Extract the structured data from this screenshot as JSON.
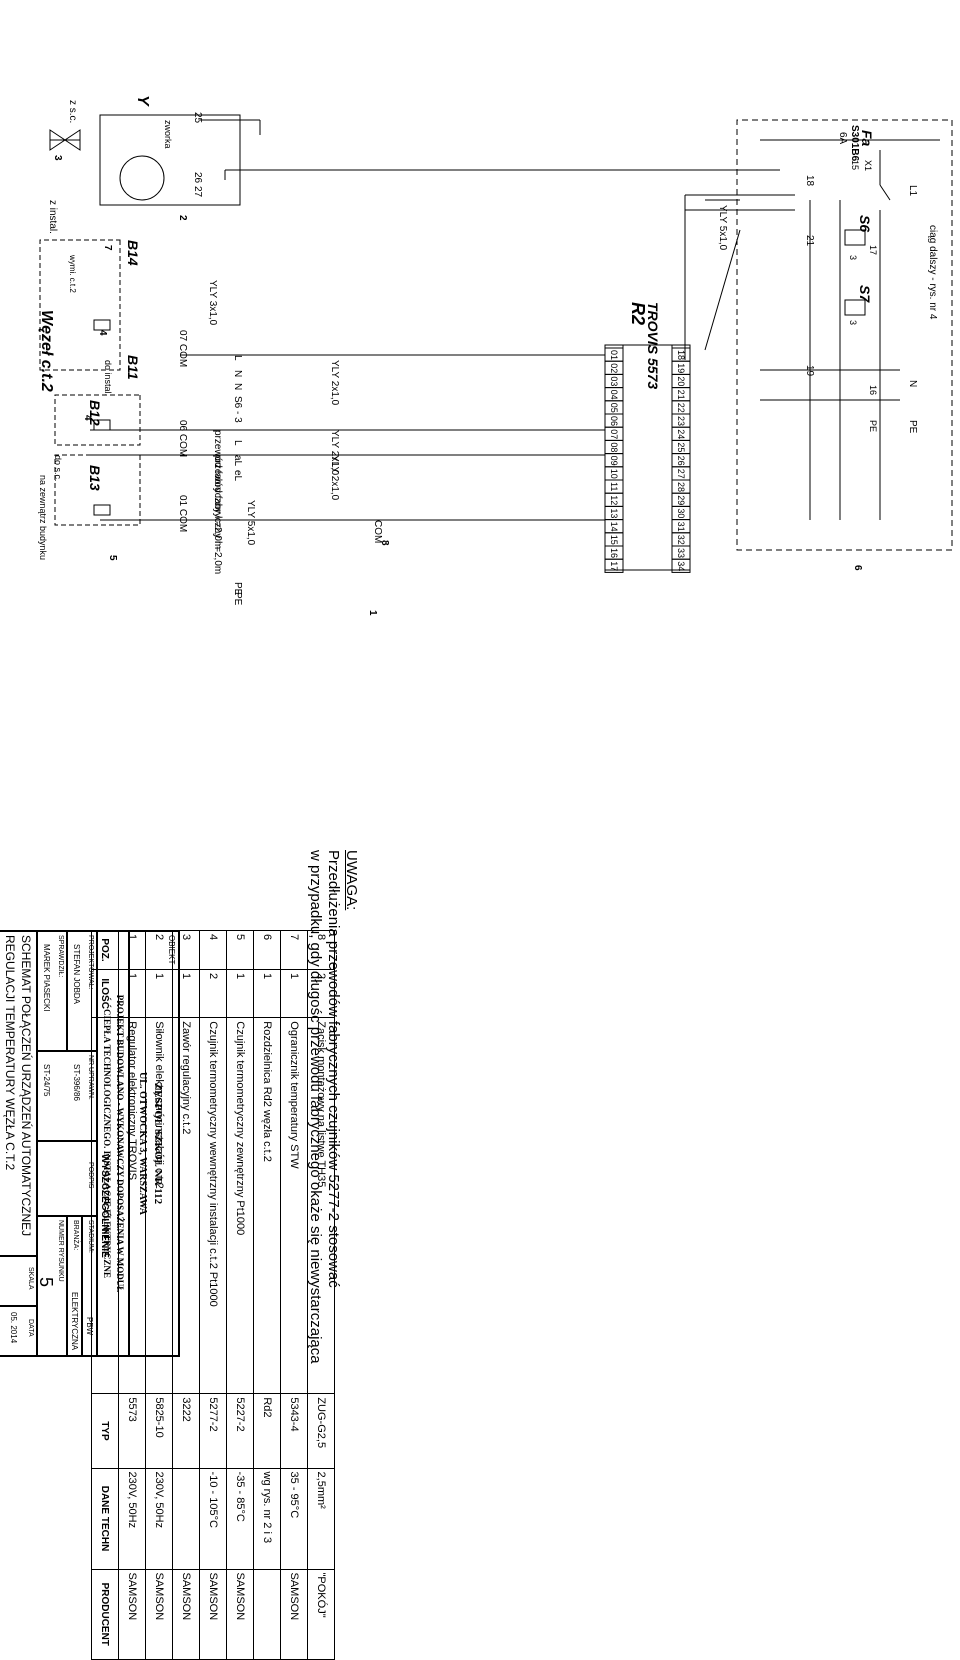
{
  "schematic": {
    "device_name": "R2",
    "device_model": "TROVIS\n5573",
    "node_title": "Węzeł c.t.2",
    "fuse": {
      "name": "Fa",
      "type": "S301B6",
      "rating": "6A",
      "conn1": "X1",
      "conn1_pin": "15",
      "pin17": "17",
      "pin16": "16",
      "pe": "PE"
    },
    "switches": [
      {
        "name": "S6",
        "pin": "3"
      },
      {
        "name": "S7",
        "pin": "3"
      }
    ],
    "wire_numbers": [
      "18",
      "21",
      "19"
    ],
    "left_labels": [
      "L1",
      "N",
      "PE"
    ],
    "continuation_note": "ciąg dalszy - rys. nr 4",
    "cables": {
      "main": "YLY 5x1,0",
      "left": "YLY 5x1,0",
      "small": "YLY 3x1,0",
      "sensor1": "YLY 2x1,0",
      "sensor2": "YLY 2x1,0",
      "sensor3": "YLY 2x1,0",
      "factory1": "przewód fabryczny l =2,0m",
      "factory2": "przewód fabryczny l =2,0m"
    },
    "terminals_top": [
      "18",
      "19",
      "20",
      "21",
      "22",
      "23",
      "24",
      "25",
      "26",
      "27",
      "28",
      "29",
      "30",
      "31",
      "32",
      "33",
      "34"
    ],
    "terminals_bottom": [
      "01",
      "02",
      "03",
      "04",
      "05",
      "06",
      "07",
      "08",
      "09",
      "10",
      "11",
      "12",
      "13",
      "14",
      "15",
      "16",
      "17"
    ],
    "power_labels": [
      "L",
      "N",
      "N",
      "S6 - 3",
      "L",
      "aL",
      "eL",
      "PE",
      "PE"
    ],
    "com_label": "COM",
    "markers": [
      "1",
      "2",
      "3",
      "4",
      "4",
      "5",
      "6",
      "7",
      "8"
    ],
    "actuator": {
      "name": "Y",
      "terms": [
        "L",
        "N",
        "PE",
        "N",
        "26",
        "27",
        "N",
        "aL",
        "eL",
        "25"
      ],
      "bridge": "zworka"
    },
    "sensors": [
      {
        "name": "B14",
        "terms": [
          "1",
          "4",
          "2"
        ],
        "conn": "wymi. c.t.2"
      },
      {
        "name": "B11",
        "com": "07\nCOM",
        "dest": "do\ninstal."
      },
      {
        "name": "B12",
        "com": "06\nCOM",
        "dest": "do\ns.c."
      },
      {
        "name": "B13",
        "com": "01\nCOM",
        "dest": "na zewnątrz\nbudynku"
      }
    ],
    "valve_labels": [
      "z s.c.",
      "z instal."
    ]
  },
  "parts_table": {
    "headers": [
      "POZ.",
      "ILOŚĆ",
      "WYSZCZEGÓLNIENIE",
      "TYP",
      "DANE TECHN",
      "PRODUCENT"
    ],
    "rows": [
      [
        "8",
        "2",
        "Zacisk montażowy na listwę TH35",
        "ZUG-G2,5",
        "2,5mm²",
        "\"POKÓJ\""
      ],
      [
        "7",
        "1",
        "Ogranicznik temperatury STW",
        "5343-4",
        "35 - 95°C",
        "SAMSON"
      ],
      [
        "6",
        "1",
        "Rozdzielnica Rd2 węzła c.t.2",
        "Rd2",
        "wg rys. nr 2 i 3",
        ""
      ],
      [
        "5",
        "1",
        "Czujnik termometryczny zewnętrzny Pt1000",
        "5227-2",
        "-35 - 85°C",
        "SAMSON"
      ],
      [
        "4",
        "2",
        "Czujnik termometryczny wewnętrzny instalacji c.t.2 Pt1000",
        "5277-2",
        "-10 - 105°C",
        "SAMSON"
      ],
      [
        "3",
        "1",
        "Zawór regulacyjny c.t.2",
        "3222",
        "",
        "SAMSON"
      ],
      [
        "2",
        "1",
        "Siłownik elektryczny instalacji c.t.2",
        "5825-10",
        "230V, 50Hz",
        "SAMSON"
      ],
      [
        "1",
        "1",
        "Regulator elektroniczny TROVIS",
        "5573",
        "230V, 50Hz",
        "SAMSON"
      ]
    ]
  },
  "note": {
    "title": "UWAGA:",
    "lines": [
      "Przedłużenia przewodów fabrycznych czujników 5277-2 stosować",
      "w przypadku, gdy długośc przewodu fabrycznego okaże się niewystarczająca"
    ]
  },
  "title_block": {
    "object_label": "OBIEKT",
    "object_name": "ZESPÓŁ SZKÓŁ NR 112",
    "object_address": "UL. OTWOCKA 3, WARSZAWA",
    "project_line1": "PROJEKT BUDOWLANO - WYKONAWCZY DOPOSAŻENIA W MODUŁ",
    "project_line2": "CIEPŁA TECHNOLOGICZNEGO. INSTALACJE ELEKTRYCZNE",
    "designed_label": "PROJEKTOWAŁ:",
    "designer": "STEFAN JOBDA",
    "checked_label": "SPRAWDZIŁ:",
    "checker": "MAREK PIASECKI",
    "perm_label": "NR UPRAWN.",
    "perm1": "ST-396/86",
    "perm2": "ST-24/75",
    "sign_label": "PODPIS",
    "stage_label": "STADIUM:",
    "stage": "PBW",
    "branch_label": "BRANŻA:",
    "branch": "ELEKTRYCZNA",
    "drawing_label": "NUMER RYSUNKU",
    "drawing_no": "5",
    "drawing_title1": "SCHEMAT POŁĄCZEŃ URZĄDZEŃ AUTOMATYCZNEJ",
    "drawing_title2": "REGULACJI TEMPERATURY WĘZŁA C.T.2",
    "scale_label": "SKALA",
    "date_label": "DATA",
    "date": "05. 2014"
  }
}
